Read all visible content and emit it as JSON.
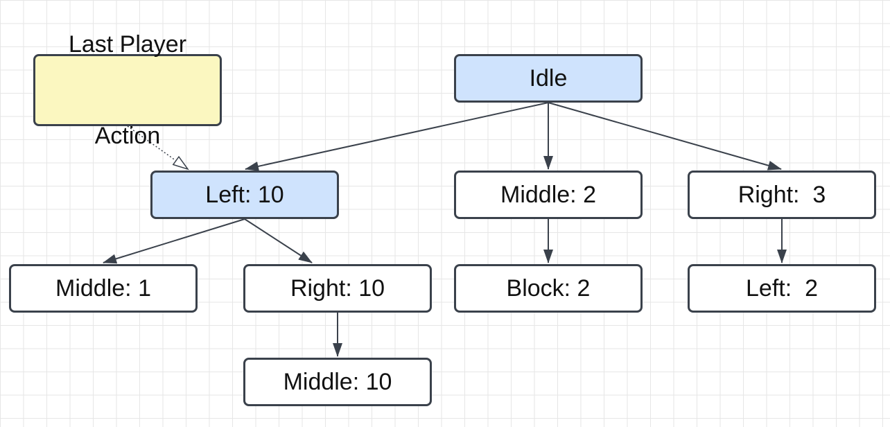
{
  "colors": {
    "edge": "#3a414b",
    "node_border": "#3a414b",
    "highlight_fill": "#cfe3fd",
    "note_fill": "#fbf7c0",
    "default_fill": "#ffffff"
  },
  "nodes": {
    "note": {
      "line1": "Last Player",
      "line2": "Action"
    },
    "idle": "Idle",
    "left": "Left: 10",
    "middle": "Middle: 2",
    "right": "Right:  3",
    "left_middle": "Middle: 1",
    "left_right": "Right: 10",
    "middle_block": "Block: 2",
    "right_left": "Left:  2",
    "left_right_middle": "Middle: 10"
  },
  "edges": [
    {
      "from": "idle",
      "to": "left"
    },
    {
      "from": "idle",
      "to": "middle"
    },
    {
      "from": "idle",
      "to": "right"
    },
    {
      "from": "left",
      "to": "left_middle"
    },
    {
      "from": "left",
      "to": "left_right"
    },
    {
      "from": "middle",
      "to": "middle_block"
    },
    {
      "from": "right",
      "to": "right_left"
    },
    {
      "from": "left_right",
      "to": "left_right_middle"
    },
    {
      "from": "note",
      "to": "left",
      "style": "dotted"
    }
  ]
}
